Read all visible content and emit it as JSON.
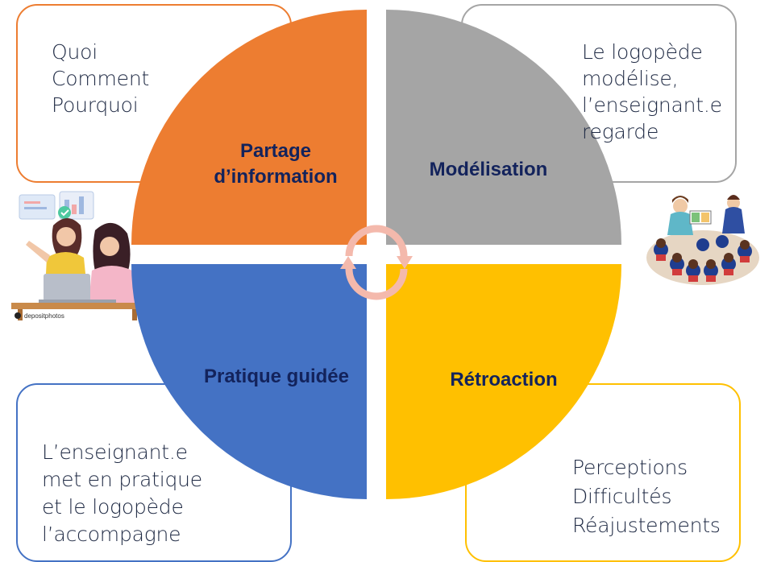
{
  "colors": {
    "orange": "#ED7D31",
    "gray": "#A5A5A5",
    "blue": "#4472C4",
    "yellow": "#FFC000",
    "label_text": "#13235C",
    "arrow": "#F4B9AC"
  },
  "quadrants": {
    "top_left": {
      "label": "Partage d’information",
      "color": "#ED7D31"
    },
    "top_right": {
      "label": "Modélisation",
      "color": "#A5A5A5"
    },
    "bottom_left": {
      "label": "Pratique guidée",
      "color": "#4472C4"
    },
    "bottom_right": {
      "label": "Rétroaction",
      "color": "#FFC000"
    }
  },
  "callouts": {
    "top_left": {
      "lines": [
        "Quoi",
        "Comment",
        "Pourquoi"
      ],
      "border_color": "#ED7D31"
    },
    "top_right": {
      "lines": [
        "Le logopède",
        "modélise,",
        "l’enseignant.e",
        "regarde"
      ],
      "border_color": "#A5A5A5"
    },
    "bottom_left": {
      "lines": [
        "L’enseignant.e",
        "met en pratique",
        "et le logopède",
        "l’accompagne"
      ],
      "border_color": "#4472C4"
    },
    "bottom_right": {
      "lines": [
        "Perceptions",
        "Difficultés",
        "Réajustements"
      ],
      "border_color": "#FFC000"
    }
  },
  "icons": {
    "center": "cycle-arrows-icon",
    "left_illustration": "two-women-at-laptop-illustration",
    "right_illustration": "teacher-reading-to-children-illustration"
  },
  "illustration_left_caption": "depositphotos"
}
